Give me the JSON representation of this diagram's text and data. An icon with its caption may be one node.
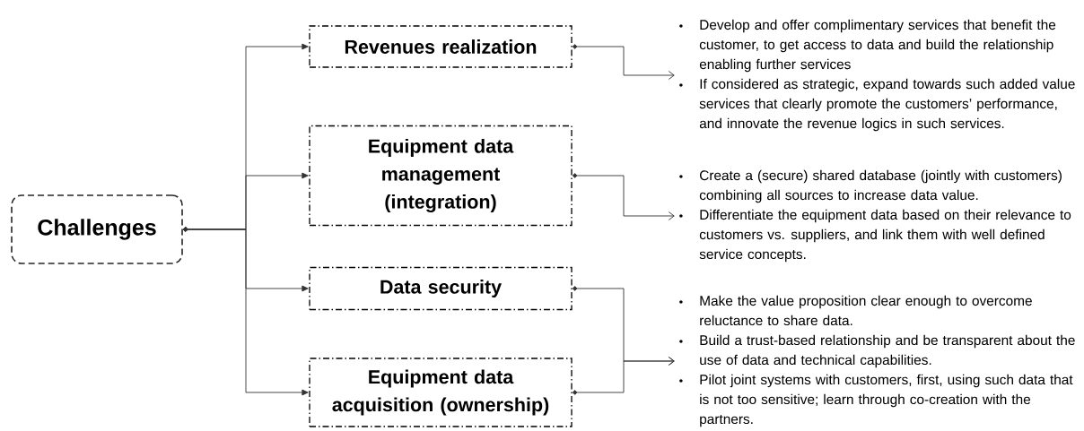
{
  "diagram": {
    "nodes": [
      {
        "text": [
          "Challenges"
        ]
      },
      {
        "text": [
          "Revenues realization"
        ]
      },
      {
        "text": [
          "Equipment data management (integration)"
        ]
      },
      {
        "text": [
          "Data security"
        ]
      },
      {
        "text": [
          "Equipment data acquisition (ownership)"
        ]
      },
      {
        "text": [
          "Develop and offer complimentary services that benefit the customer, to get access to data and build the relationship enabling further services",
          "If considered as strategic, expand towards such added value services that clearly promote the customers’ performance, and innovate the revenue logics in such services."
        ]
      },
      {
        "text": [
          "Create a (secure) shared database (jointly with customers) combining all sources to increase data value.",
          "Differentiate the equipment data based on their relevance to customers vs. suppliers, and link them with well defined service concepts."
        ]
      },
      {
        "text": [
          "Make the value proposition clear enough to overcome reluctance to share data.",
          "Build a trust-based relationship and be transparent about the use of data and technical capabilities.",
          "Pilot joint systems with customers, first, using such data that is not too sensitive; learn through co-creation with the partners."
        ]
      }
    ],
    "edges": [
      {
        "from": 0,
        "to": 1,
        "arrow": "to"
      },
      {
        "from": 0,
        "to": 2,
        "arrow": "to"
      },
      {
        "from": 0,
        "to": 3,
        "arrow": "to"
      },
      {
        "from": 0,
        "to": 4,
        "arrow": "to"
      },
      {
        "from": 1,
        "to": 5,
        "arrow": "to"
      },
      {
        "from": 2,
        "to": 6,
        "arrow": "to"
      },
      {
        "from": 3,
        "to": 7,
        "arrow": "to"
      },
      {
        "from": 4,
        "to": 7,
        "arrow": "to"
      }
    ]
  }
}
